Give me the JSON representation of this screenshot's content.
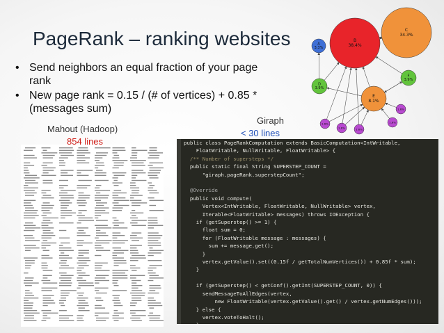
{
  "slide": {
    "title": "PageRank – ranking websites",
    "bullets": [
      "Send neighbors an equal fraction of your page rank",
      "New page rank = 0.15 / (# of vertices) + 0.85 * (messages sum)"
    ]
  },
  "mahout": {
    "label": "Mahout (Hadoop)",
    "lines": "854 lines"
  },
  "giraph": {
    "label": "Giraph",
    "lines": "< 30 lines",
    "code": [
      "public class PageRankComputation extends BasicComputation<IntWritable,",
      "    FloatWritable, NullWritable, FloatWritable> {",
      "  /** Number of supersteps */",
      "  public static final String SUPERSTEP_COUNT =",
      "      \"giraph.pageRank.superstepCount\";",
      "",
      "  @Override",
      "  public void compute(",
      "      Vertex<IntWritable, FloatWritable, NullWritable> vertex,",
      "      Iterable<FloatWritable> messages) throws IOException {",
      "    if (getSuperstep() >= 1) {",
      "      float sum = 0;",
      "      for (FloatWritable message : messages) {",
      "        sum += message.get();",
      "      }",
      "      vertex.getValue().set((0.15f / getTotalNumVertices()) + 0.85f * sum);",
      "    }",
      "",
      "    if (getSuperstep() < getConf().getInt(SUPERSTEP_COUNT, 0)) {",
      "      sendMessageToAllEdges(vertex,",
      "          new FloatWritable(vertex.getValue().get() / vertex.getNumEdges()));",
      "    } else {",
      "      vertex.voteToHalt();",
      "    }",
      "  }"
    ]
  },
  "graph": {
    "nodes": [
      {
        "id": "B",
        "label": "B",
        "value": "38.4%",
        "color": "#e8242a"
      },
      {
        "id": "C",
        "label": "C",
        "value": "34.3%",
        "color": "#f0923a"
      },
      {
        "id": "A",
        "label": "A",
        "value": "3.3%",
        "color": "#3e6fd6"
      },
      {
        "id": "D",
        "label": "D",
        "value": "3.9%",
        "color": "#62c43c"
      },
      {
        "id": "E",
        "label": "E",
        "value": "8.1%",
        "color": "#f0923a"
      },
      {
        "id": "F",
        "label": "F",
        "value": "3.9%",
        "color": "#62c43c"
      },
      {
        "id": "p1",
        "label": "",
        "value": "1.6%",
        "color": "#b84ad0"
      },
      {
        "id": "p2",
        "label": "",
        "value": "1.6%",
        "color": "#b84ad0"
      },
      {
        "id": "p3",
        "label": "",
        "value": "1.6%",
        "color": "#b84ad0"
      },
      {
        "id": "p4",
        "label": "",
        "value": "1.6%",
        "color": "#b84ad0"
      },
      {
        "id": "p5",
        "label": "",
        "value": "1.6%",
        "color": "#b84ad0"
      }
    ],
    "edges": [
      [
        "B",
        "C"
      ],
      [
        "C",
        "B"
      ],
      [
        "D",
        "A"
      ],
      [
        "D",
        "B"
      ],
      [
        "E",
        "B"
      ],
      [
        "E",
        "D"
      ],
      [
        "E",
        "F"
      ],
      [
        "F",
        "B"
      ],
      [
        "F",
        "E"
      ],
      [
        "p1",
        "B"
      ],
      [
        "p1",
        "E"
      ],
      [
        "p2",
        "B"
      ],
      [
        "p2",
        "E"
      ],
      [
        "p3",
        "B"
      ],
      [
        "p3",
        "E"
      ],
      [
        "p4",
        "E"
      ],
      [
        "p5",
        "E"
      ]
    ]
  }
}
